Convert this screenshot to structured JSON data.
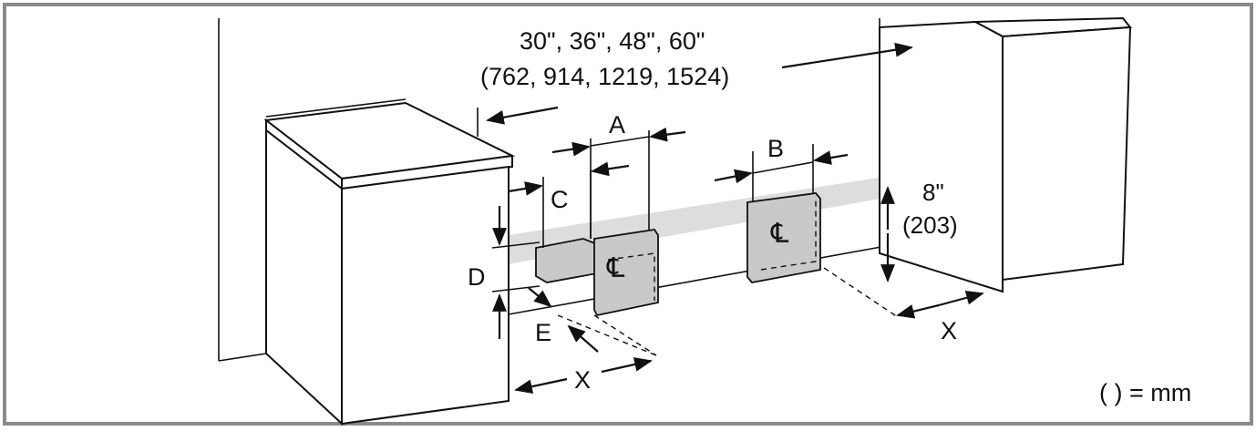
{
  "labels": {
    "width_in": "30\", 36\", 48\", 60\"",
    "width_mm": "(762, 914, 1219, 1524)",
    "dim_a": "A",
    "dim_b": "B",
    "dim_c": "C",
    "dim_d": "D",
    "dim_e": "E",
    "dim_x_left": "X",
    "dim_x_right": "X",
    "height_in": "8\"",
    "height_mm": "(203)",
    "centerline_1": "℄",
    "centerline_2": "℄",
    "unit_note": "( ) = mm"
  }
}
